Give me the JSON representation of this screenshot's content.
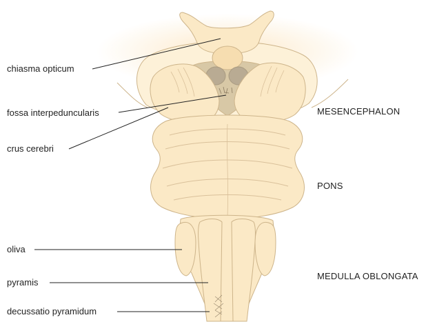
{
  "labels": {
    "chiasma_opticum": "chiasma opticum",
    "fossa_interpeduncularis": "fossa interpeduncularis",
    "crus_cerebri": "crus cerebri",
    "oliva": "oliva",
    "pyramis": "pyramis",
    "decussatio_pyramidum": "decussatio pyramidum"
  },
  "regions": {
    "mesencephalon": "MESENCEPHALON",
    "pons": "PONS",
    "medulla_oblongata": "MEDULLA OBLONGATA"
  },
  "colors": {
    "tissue_fill": "#fbe9c6",
    "tissue_fill_light": "#fdf1d8",
    "tissue_stroke": "#cdb48a",
    "detail_stroke": "#d9c09a",
    "fossa_fill": "#d8c8a6",
    "mammillary_fill": "#b9ab93",
    "hypophysis_fill": "#f6ddb0",
    "glow": "#fce6c2",
    "leader_line": "#222222"
  }
}
